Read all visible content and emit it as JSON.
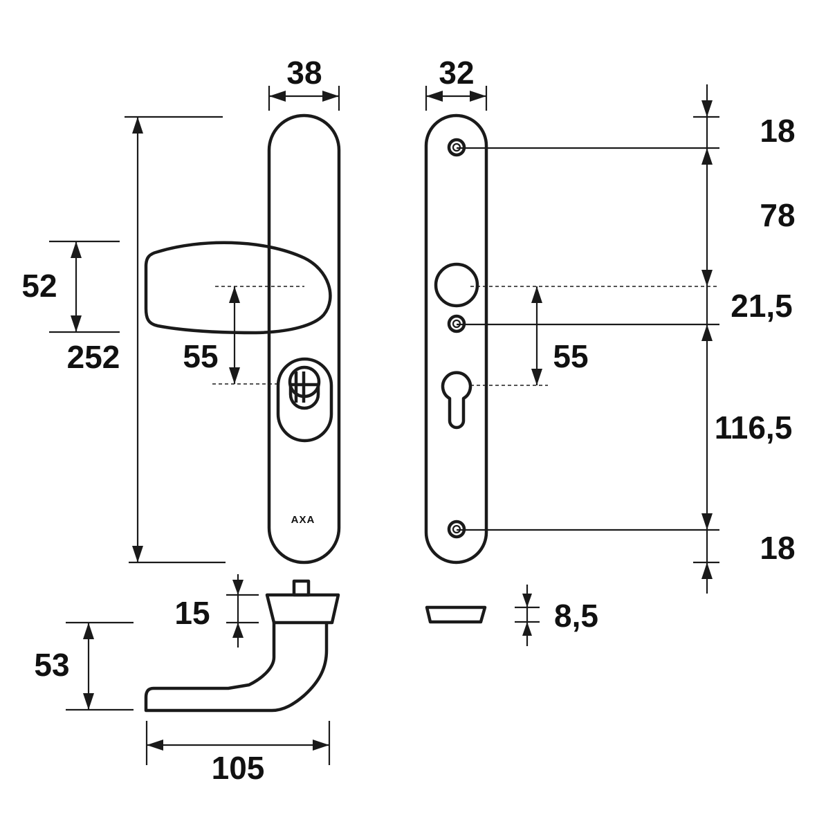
{
  "dimensions": {
    "front_width": "38",
    "back_width": "32",
    "total_height": "252",
    "handle_height": "52",
    "handle_to_cylinder": "55",
    "back_handle_to_cylinder": "55",
    "top_edge_to_hole": "18",
    "hole_to_hole_upper": "78",
    "handle_to_middle_hole": "21,5",
    "hole_to_hole_lower": "116,5",
    "bottom_hole_to_edge": "18",
    "rose_height": "15",
    "back_plate_thickness": "8,5",
    "lever_height": "53",
    "lever_length": "105"
  },
  "brand": "AXA",
  "colors": {
    "line": "#1a1a1a",
    "background": "#ffffff"
  }
}
